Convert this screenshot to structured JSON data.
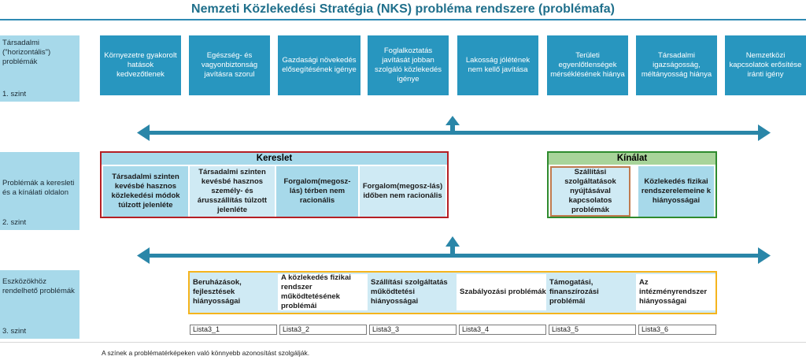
{
  "title": "Nemzeti Közlekedési Stratégia (NKS) probléma rendszere (problémafa)",
  "levels": {
    "l1": {
      "name": "Társadalmi (\"horizontális\") problémák",
      "num": "1. szint"
    },
    "l2": {
      "name": "Problémák a keresleti és a kínálati oldalon",
      "num": "2. szint"
    },
    "l3": {
      "name": "Eszközökhöz rendelhető problémák",
      "num": "3. szint"
    }
  },
  "level1_boxes": [
    "Környezetre gyakorolt hatások kedvezőtlenek",
    "Egészség- és vagyonbiztonság javításra szorul",
    "Gazdasági növekedés elősegítésének igénye",
    "Foglalkoztatás javítását jobban szolgáló közlekedés igénye",
    "Lakosság jólétének nem kellő javítása",
    "Területi egyenlőtlenségek mérséklésének hiánya",
    "Társadalmi igazságosság, méltányosság hiánya",
    "Nemzetközi kapcsolatok erősítése iránti igény"
  ],
  "kereslet": {
    "label": "Kereslet",
    "items": [
      "Társadalmi szinten kevésbé hasznos közlekedési módok túlzott jelenléte",
      "Társadalmi szinten kevésbé hasznos személy- és árusszállítás túlzott jelenléte",
      "Forgalom(megosz-lás) térben nem racionális",
      "Forgalom(megosz-lás) időben nem racionális"
    ]
  },
  "kinalat": {
    "label": "Kínálat",
    "items": [
      "Szállítási szolgáltatások nyújtásával kapcsolatos problémák",
      "Közlekedés fizikai rendszerelemeine k hiányosságai"
    ]
  },
  "level3_items": [
    "Beruházások, fejlesztések hiányosságai",
    "A közlekedés fizikai rendszer működtetésének problémái",
    "Szállítási szolgáltatás működtetési hiányosságai",
    "Szabályozási problémák",
    "Támogatási, finanszírozási problémái",
    "Az intézményrendszer hiányosságai"
  ],
  "lists": [
    "Lista3_1",
    "Lista3_2",
    "Lista3_3",
    "Lista3_4",
    "Lista3_5",
    "Lista3_6"
  ],
  "footnote": "A színek a problématérképeken való könnyebb azonosítást szolgálják.",
  "colors": {
    "level_label_bg": "#a7d9ea",
    "level1_box": "#2896bf",
    "kereslet_border": "#b51f24",
    "kinalat_border": "#2e8b2e",
    "level3_border": "#f5b41d",
    "arrow": "#2a86a8"
  }
}
